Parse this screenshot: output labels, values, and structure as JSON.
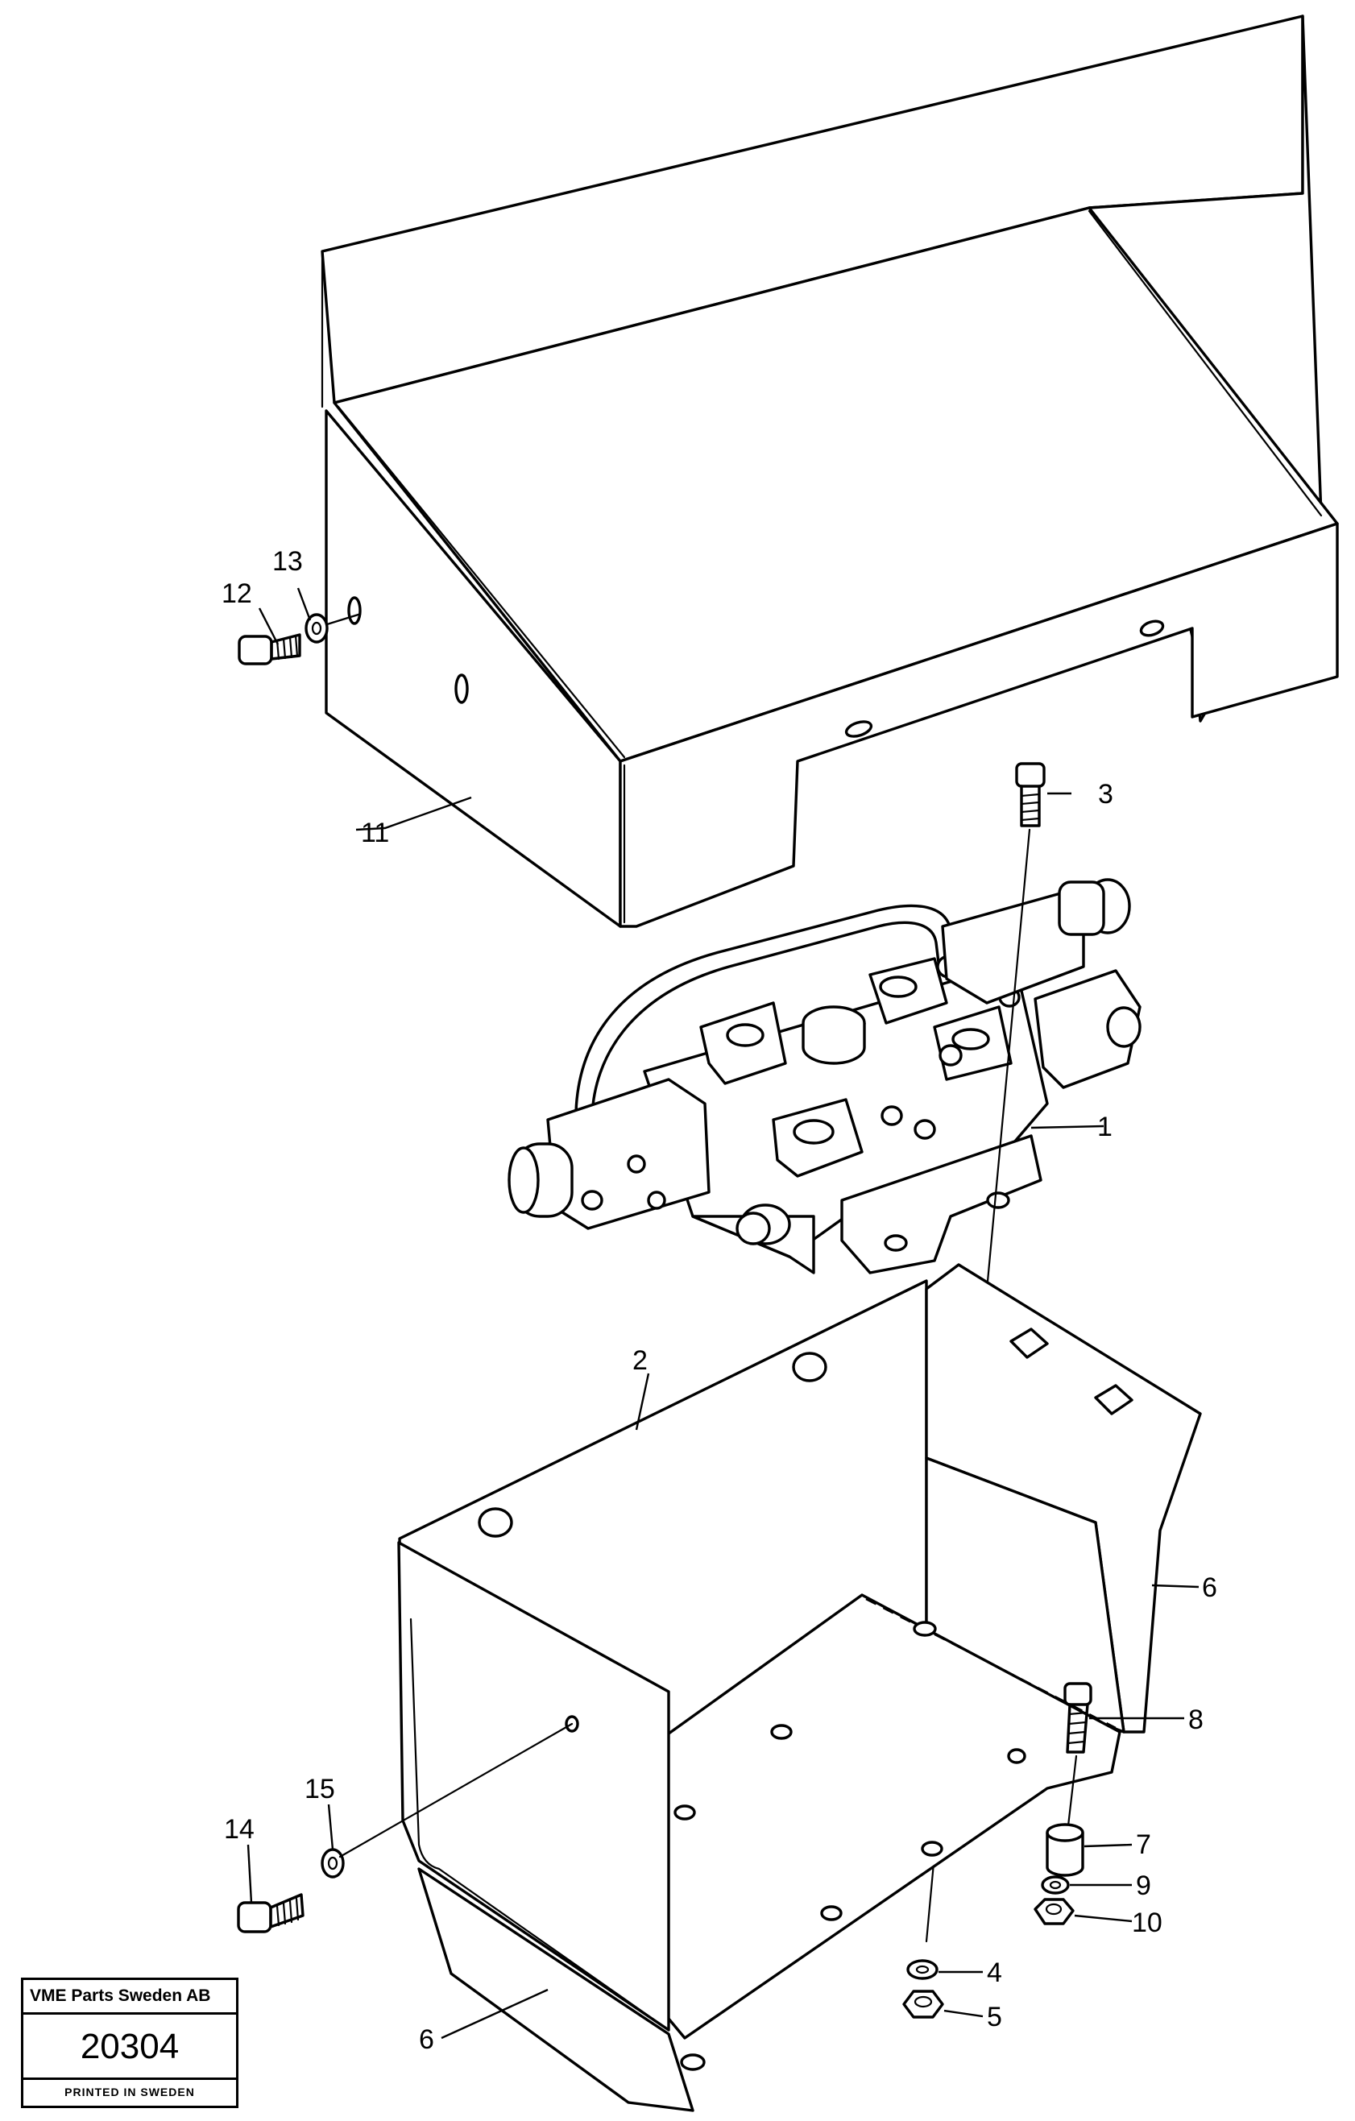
{
  "callouts": {
    "c1": "1",
    "c2": "2",
    "c3": "3",
    "c4": "4",
    "c5": "5",
    "c6a": "6",
    "c6b": "6",
    "c7": "7",
    "c8": "8",
    "c9": "9",
    "c10": "10",
    "c11": "11",
    "c12": "12",
    "c13": "13",
    "c14": "14",
    "c15": "15"
  },
  "stamp": {
    "company": "VME Parts Sweden AB",
    "drawing_number": "20304",
    "printed": "PRINTED IN SWEDEN"
  }
}
